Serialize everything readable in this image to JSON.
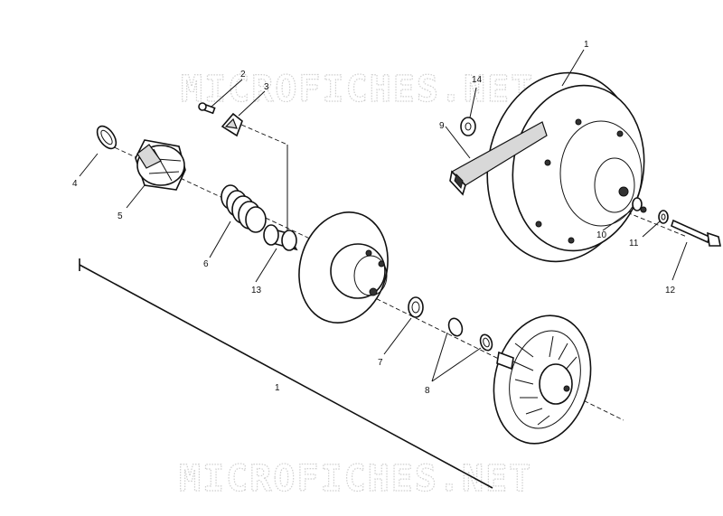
{
  "watermark": {
    "top": "MICROFICHES.NET",
    "bottom": "MICROFICHES.NET"
  },
  "callouts": {
    "c1_top": "1",
    "c1_bottom": "1",
    "c2": "2",
    "c3": "3",
    "c4": "4",
    "c5": "5",
    "c6": "6",
    "c7": "7",
    "c8": "8",
    "c9": "9",
    "c10": "10",
    "c11": "11",
    "c12": "12",
    "c13": "13",
    "c14": "14"
  },
  "colors": {
    "line": "#111111",
    "watermark": "#cfcfcf",
    "background": "#ffffff"
  }
}
